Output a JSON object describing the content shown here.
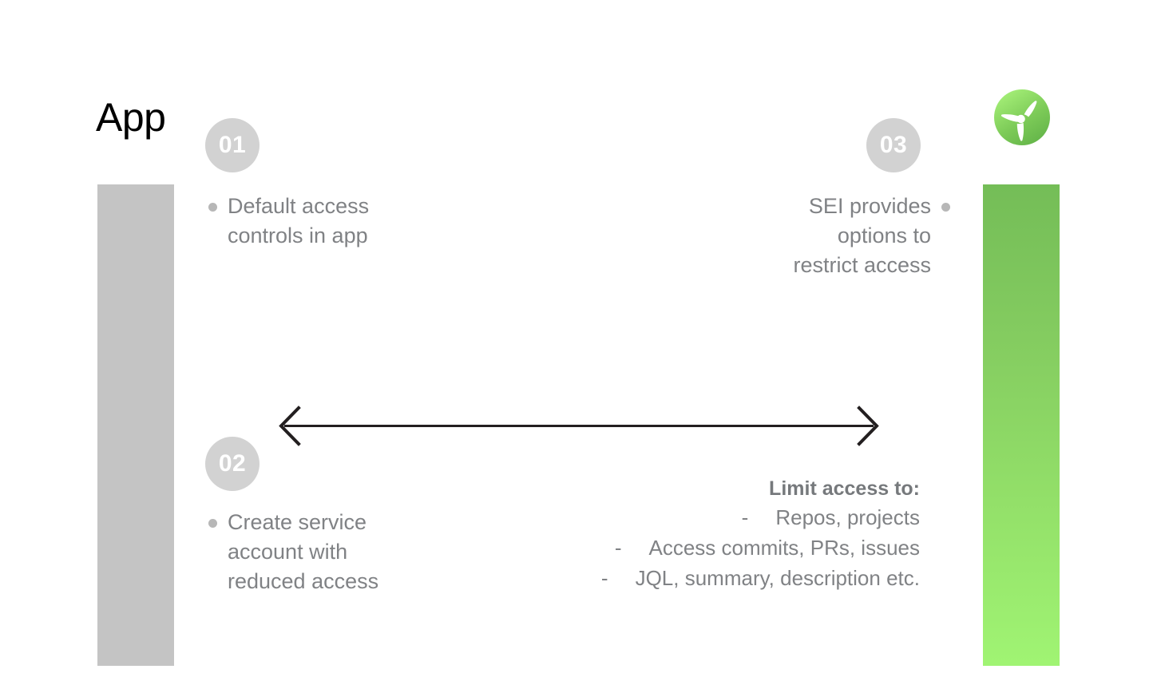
{
  "slide": {
    "title": "App",
    "background_color": "#ffffff"
  },
  "brand": {
    "logo_name": "harness-propeller-logo",
    "color_top": "#a3ef76",
    "color_bottom": "#67b84c"
  },
  "bars": {
    "left": {
      "name": "app-column-bar",
      "color": "#c4c4c4"
    },
    "right": {
      "name": "sei-column-bar",
      "gradient_from": "#74bd57",
      "gradient_to": "#a0f473"
    }
  },
  "steps": [
    {
      "number": "01",
      "bullet": "Default access\ncontrols in app",
      "align": "left"
    },
    {
      "number": "02",
      "bullet": "Create service\naccount with\nreduced access",
      "align": "left"
    },
    {
      "number": "03",
      "bullet": "SEI provides\noptions to\nrestrict access",
      "align": "right"
    }
  ],
  "arrow": {
    "name": "bidirectional-arrow",
    "color": "#231f20",
    "direction": "both"
  },
  "limit_access": {
    "heading": "Limit access to:",
    "dash": "-",
    "items": [
      "Repos, projects",
      "Access commits, PRs, issues",
      "JQL, summary, description etc."
    ]
  },
  "colors": {
    "text_grey": "#808285",
    "badge_grey": "#d2d2d2",
    "dot_grey": "#b7b7b7"
  }
}
